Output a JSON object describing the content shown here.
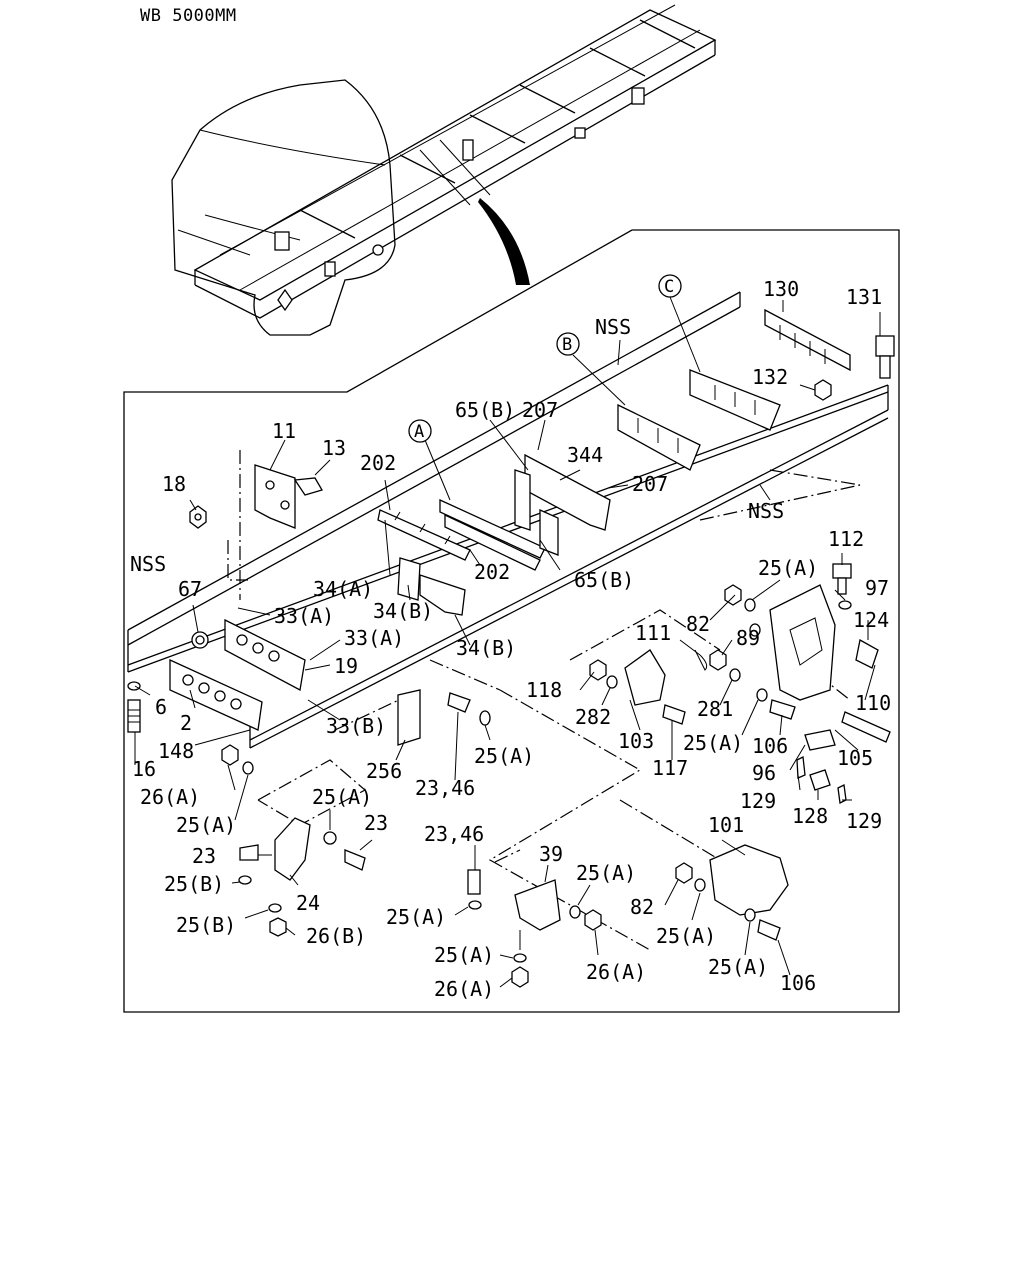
{
  "title": "WB 5000MM",
  "labels": {
    "l131": "131",
    "l130": "130",
    "lC": "C",
    "lNSS1": "NSS",
    "lB": "B",
    "l207a": "207",
    "l132": "132",
    "l65B1": "65(B)",
    "lA": "A",
    "l11": "11",
    "l13": "13",
    "l202a": "202",
    "l344": "344",
    "l207b": "207",
    "l18": "18",
    "lNSS2": "NSS",
    "l202b": "202",
    "l65B2": "65(B)",
    "lNSS3": "NSS",
    "l112": "112",
    "l34A": "34(A)",
    "l67": "67",
    "l34B1": "34(B)",
    "l25A1": "25(A)",
    "l97": "97",
    "l33A1": "33(A)",
    "l82a": "82",
    "l124": "124",
    "l33A2": "33(A)",
    "l111": "111",
    "l89": "89",
    "l34B2": "34(B)",
    "l19": "19",
    "l6": "6",
    "l118": "118",
    "l110": "110",
    "l282": "282",
    "l281": "281",
    "l2": "2",
    "l33B": "33(B)",
    "l25A2": "25(A)",
    "l103": "103",
    "l25A3": "25(A)",
    "l106a": "106",
    "l148": "148",
    "l256": "256",
    "l117": "117",
    "l105": "105",
    "l16": "16",
    "l96": "96",
    "l26A1": "26(A)",
    "l23_46a": "23,46",
    "l25A4": "25(A)",
    "l129a": "129",
    "l25A5": "25(A)",
    "l128": "128",
    "l129b": "129",
    "l23a": "23",
    "l101": "101",
    "l23_46b": "23,46",
    "l23b": "23",
    "l39": "39",
    "l25B1": "25(B)",
    "l25A6": "25(A)",
    "l24": "24",
    "l82b": "82",
    "l25A7": "25(A)",
    "l25B2": "25(B)",
    "l25A8": "25(A)",
    "l26B": "26(B)",
    "l25A9": "25(A)",
    "l25A10": "25(A)",
    "l26A2": "26(A)",
    "l106b": "106",
    "l26A3": "26(A)"
  }
}
